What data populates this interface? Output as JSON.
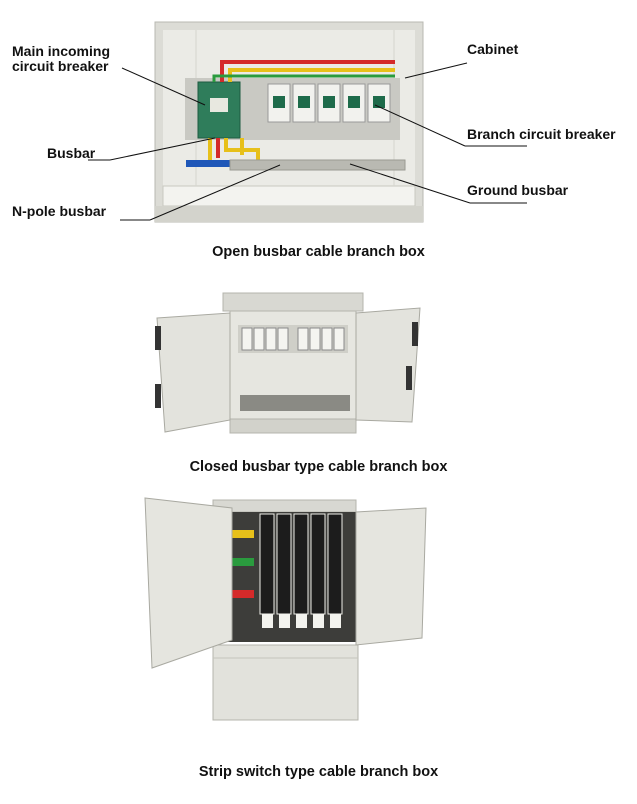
{
  "figure1": {
    "labels": {
      "main_incoming_line1": "Main incoming",
      "main_incoming_line2": "circuit breaker",
      "busbar": "Busbar",
      "n_pole_busbar": "N-pole busbar",
      "cabinet": "Cabinet",
      "branch_circuit_breaker": "Branch circuit breaker",
      "ground_busbar": "Ground busbar"
    },
    "caption": "Open busbar cable branch box"
  },
  "figure2": {
    "caption": "Closed busbar type cable branch box"
  },
  "figure3": {
    "caption": "Strip switch type cable branch box"
  },
  "colors": {
    "cabinet_gray": "#dcdcd8",
    "breaker_green": "#2f7d5b",
    "phase_red": "#d42a2a",
    "phase_yellow": "#e7c01a",
    "phase_green": "#2a9b3e",
    "n_busbar_blue": "#1f57b8"
  }
}
